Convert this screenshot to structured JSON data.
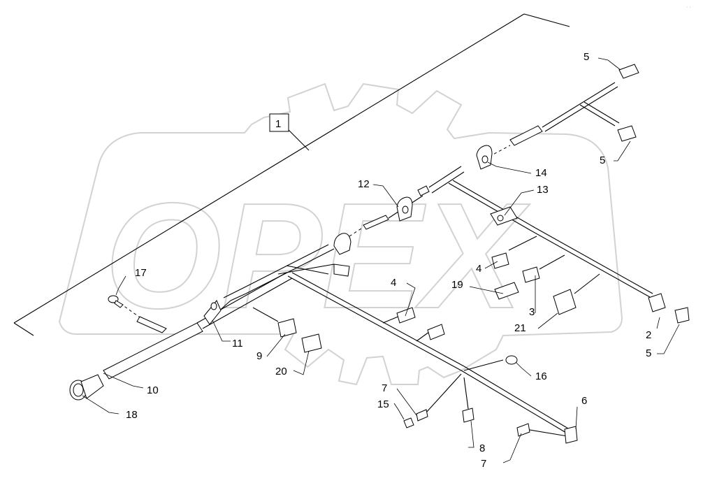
{
  "watermark": {
    "text": "OPEX"
  },
  "callouts": {
    "c1": "1",
    "c2": "2",
    "c3": "3",
    "c4a": "4",
    "c4b": "4",
    "c5a": "5",
    "c5b": "5",
    "c5c": "5",
    "c6": "6",
    "c7a": "7",
    "c7b": "7",
    "c8": "8",
    "c9": "9",
    "c10": "10",
    "c11": "11",
    "c12": "12",
    "c13": "13",
    "c14": "14",
    "c15": "15",
    "c16": "16",
    "c17": "17",
    "c18": "18",
    "c19": "19",
    "c20": "20",
    "c21": "21"
  },
  "corner_mark": "· ·"
}
